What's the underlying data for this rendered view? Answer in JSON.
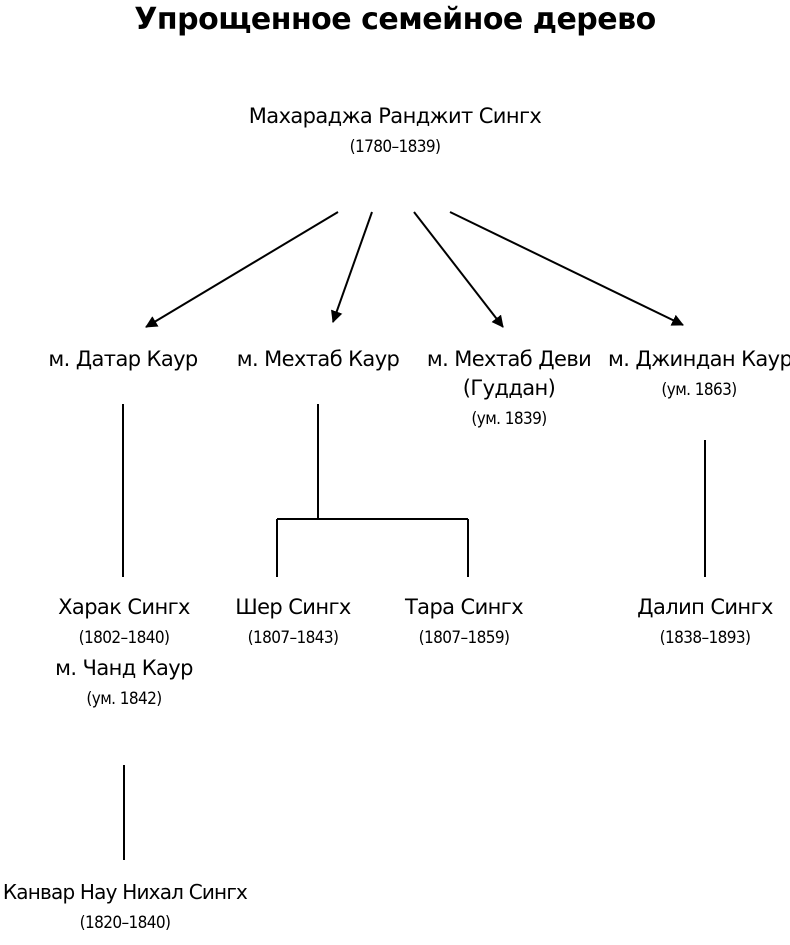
{
  "title": "Упрощенное семейное дерево",
  "root": {
    "name": "Махараджа Ранджит Сингх",
    "dates": "(1780–1839)"
  },
  "wives": [
    {
      "name": "м. Датар Каур"
    },
    {
      "name": "м. Мехтаб Каур"
    },
    {
      "name": "м. Мехтаб Деви",
      "name2": "(Гуддан)",
      "dates": "(ум. 1839)"
    },
    {
      "name": "м. Джиндан Каур",
      "dates": "(ум. 1863)"
    }
  ],
  "children": [
    {
      "name": "Харак Сингх",
      "dates": "(1802–1840)",
      "spouse": "м. Чанд Каур",
      "spouse_dates": "(ум. 1842)"
    },
    {
      "name": "Шер Сингх",
      "dates": "(1807–1843)"
    },
    {
      "name": "Тара Сингх",
      "dates": "(1807–1859)"
    },
    {
      "name": "Далип Сингх",
      "dates": "(1838–1893)"
    }
  ],
  "grandchild": {
    "name": "Канвар Нау Нихал Сингх",
    "dates": "(1820–1840)"
  }
}
